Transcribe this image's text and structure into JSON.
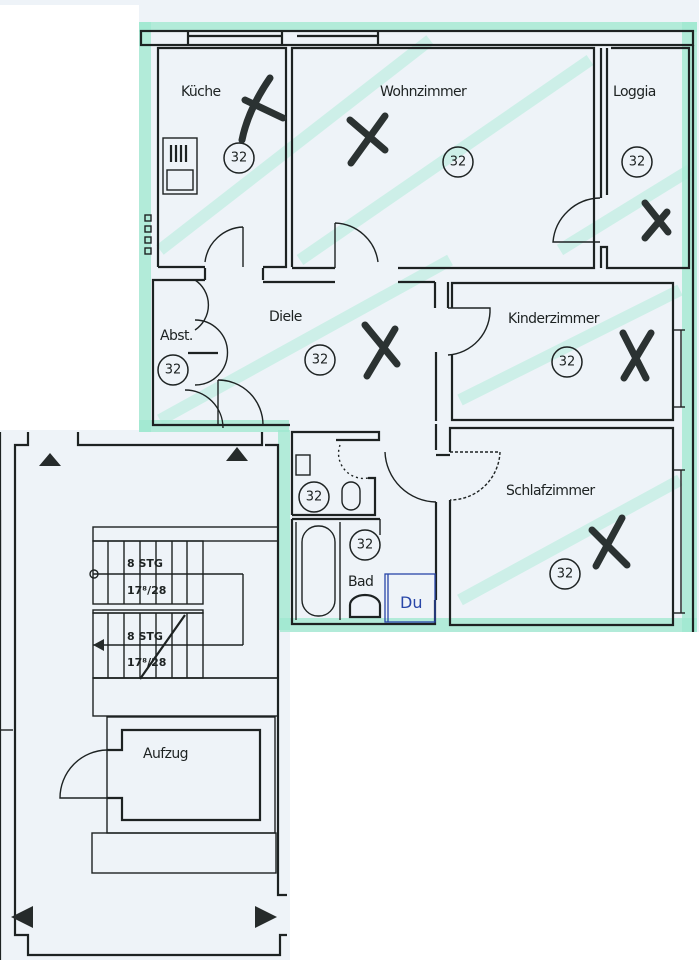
{
  "plan": {
    "title": "Grundriss Wohnung",
    "rooms": [
      {
        "id": "kueche",
        "label": "Küche",
        "badge": "32",
        "marked": true
      },
      {
        "id": "wohnzimmer",
        "label": "Wohnzimmer",
        "badge": "32",
        "marked": true
      },
      {
        "id": "loggia",
        "label": "Loggia",
        "badge": "32",
        "marked": true
      },
      {
        "id": "abstellraum",
        "label": "Abst.",
        "badge": "32",
        "marked": false
      },
      {
        "id": "diele",
        "label": "Diele",
        "badge": "32",
        "marked": true
      },
      {
        "id": "kinderzimmer",
        "label": "Kinderzimmer",
        "badge": "32",
        "marked": true
      },
      {
        "id": "wc",
        "label": "",
        "badge": "32",
        "marked": false
      },
      {
        "id": "bad",
        "label": "Bad",
        "badge": "32",
        "marked": false
      },
      {
        "id": "schlafzimmer",
        "label": "Schlafzimmer",
        "badge": "32",
        "marked": true
      }
    ],
    "handwritten_note": "Du",
    "staircase": {
      "flights": [
        {
          "steps": "8 STG",
          "dimensions": "17⁸/28"
        },
        {
          "steps": "8 STG",
          "dimensions": "17⁸/28"
        }
      ]
    },
    "elevator": {
      "label": "Aufzug"
    },
    "colors": {
      "highlight": "#9de8cf",
      "ink": "#1d2222",
      "handwriting": "#2846a8",
      "paper": "#eef3f8"
    }
  }
}
